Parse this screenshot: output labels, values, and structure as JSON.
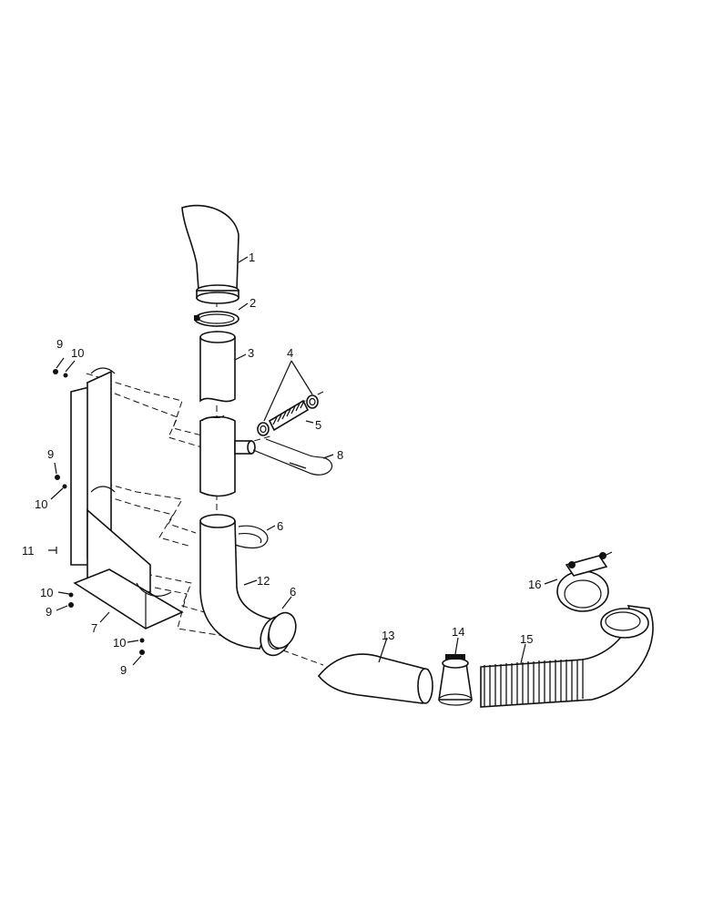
{
  "callouts": {
    "c1": "1",
    "c2": "2",
    "c3": "3",
    "c4": "4",
    "c5": "5",
    "c6a": "6",
    "c6b": "6",
    "c7": "7",
    "c8": "8",
    "c9a": "9",
    "c9b": "9",
    "c9c": "9",
    "c9d": "9",
    "c10a": "10",
    "c10b": "10",
    "c10c": "10",
    "c10d": "10",
    "c11": "11",
    "c12": "12",
    "c13": "13",
    "c14": "14",
    "c15": "15",
    "c16": "16"
  }
}
